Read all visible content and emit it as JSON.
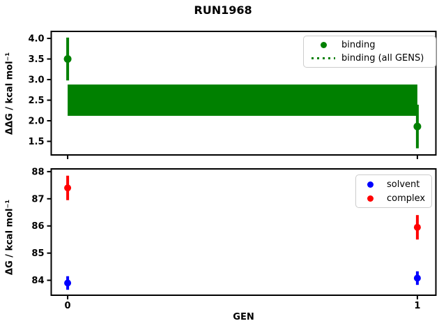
{
  "figure": {
    "title": "RUN1968",
    "background": "#ffffff"
  },
  "chart_data": [
    {
      "type": "scatter",
      "title": "RUN1968",
      "ylabel": "ΔΔG / kcal mol⁻¹",
      "xlabel": "",
      "grid": false,
      "xlim": [
        -0.047,
        1.053
      ],
      "ylim": [
        1.17,
        4.17
      ],
      "ytick_values": [
        1.5,
        2.0,
        2.5,
        3.0,
        3.5,
        4.0
      ],
      "yticklabels": [
        "1.5",
        "2.0",
        "2.5",
        "3.0",
        "3.5",
        "4.0"
      ],
      "xtick_values": [
        0,
        1
      ],
      "xticklabels": [],
      "series": [
        {
          "name": "binding",
          "color": "#008000",
          "marker": "circle",
          "x": [
            0,
            1
          ],
          "y": [
            3.5,
            1.86
          ],
          "yerr": [
            0.52,
            0.53
          ]
        }
      ],
      "band": {
        "name": "binding (all GENS)",
        "color": "#008000",
        "x0": 0,
        "x1": 1,
        "lo": 2.12,
        "hi": 2.88,
        "linestyle": "dotted"
      },
      "legend": {
        "position": "upper right",
        "items": [
          {
            "label": "binding",
            "marker": "dot",
            "color": "#008000"
          },
          {
            "label": "binding (all GENS)",
            "marker": "dotted-line",
            "color": "#008000"
          }
        ]
      }
    },
    {
      "type": "scatter",
      "title": "",
      "ylabel": "ΔG / kcal mol⁻¹",
      "xlabel": "GEN",
      "grid": false,
      "xlim": [
        -0.047,
        1.053
      ],
      "ylim": [
        83.45,
        88.1
      ],
      "ytick_values": [
        84,
        85,
        86,
        87,
        88
      ],
      "yticklabels": [
        "84",
        "85",
        "86",
        "87",
        "88"
      ],
      "xtick_values": [
        0,
        1
      ],
      "xticklabels": [
        "0",
        "1"
      ],
      "series": [
        {
          "name": "solvent",
          "color": "#0000ff",
          "marker": "circle",
          "x": [
            0,
            1
          ],
          "y": [
            83.9,
            84.08
          ],
          "yerr": [
            0.25,
            0.25
          ]
        },
        {
          "name": "complex",
          "color": "#ff0000",
          "marker": "circle",
          "x": [
            0,
            1
          ],
          "y": [
            87.4,
            85.95
          ],
          "yerr": [
            0.45,
            0.45
          ]
        }
      ],
      "legend": {
        "position": "upper right",
        "items": [
          {
            "label": "solvent",
            "marker": "dot",
            "color": "#0000ff"
          },
          {
            "label": "complex",
            "marker": "dot",
            "color": "#ff0000"
          }
        ]
      }
    }
  ]
}
